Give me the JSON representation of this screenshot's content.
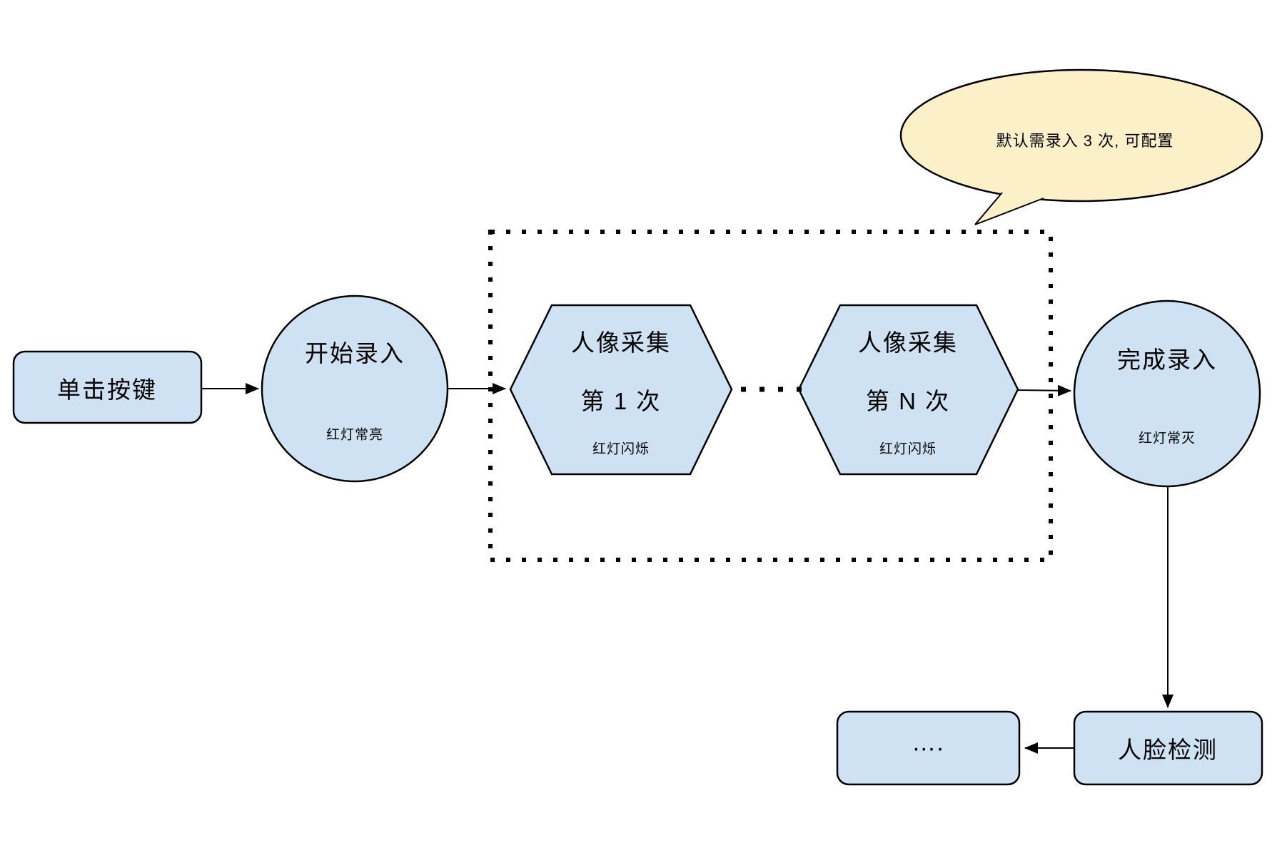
{
  "diagram": {
    "note": {
      "text": "默认需录入 3 次, 可配置"
    },
    "nodes": {
      "click_button": {
        "label": "单击按键"
      },
      "start": {
        "label": "开始录入",
        "sublabel": "红灯常亮"
      },
      "capture1": {
        "label": "人像采集",
        "label2": "第 1 次",
        "sublabel": "红灯闪烁"
      },
      "captureN": {
        "label": "人像采集",
        "label2": "第 N 次",
        "sublabel": "红灯闪烁"
      },
      "finish": {
        "label": "完成录入",
        "sublabel": "红灯常灭"
      },
      "face_detect": {
        "label": "人脸检测"
      },
      "more": {
        "label": "…."
      }
    }
  },
  "colors": {
    "node_fill": "#CFE2F3",
    "note_fill": "#FCF0C8",
    "stroke": "#000000"
  }
}
